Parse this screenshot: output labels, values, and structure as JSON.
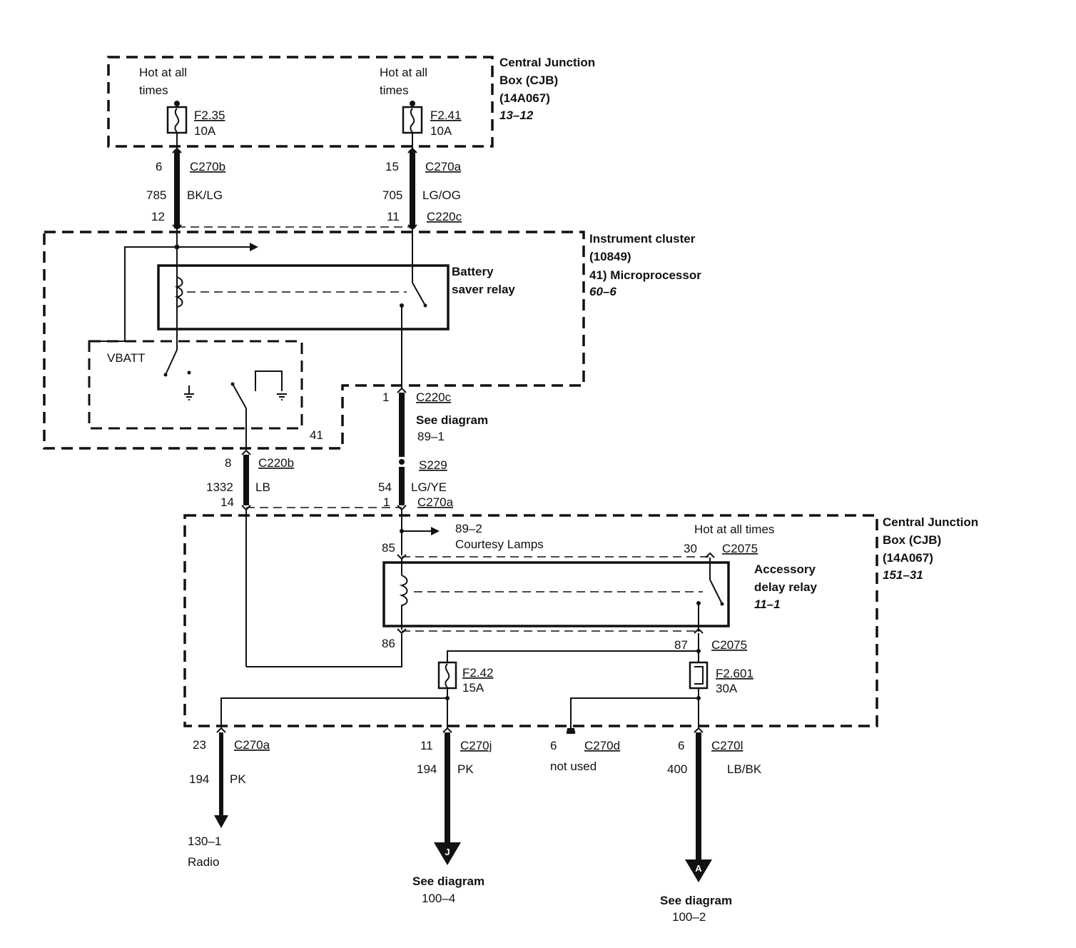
{
  "cjb_top": {
    "title": [
      "Central Junction",
      "Box (CJB)",
      "(14A067)"
    ],
    "ref": "13–12",
    "hot_left": [
      "Hot at all",
      "times"
    ],
    "hot_right": [
      "Hot at all",
      "times"
    ],
    "fuse_left": {
      "id": "F2.35",
      "rating": "10A"
    },
    "fuse_right": {
      "id": "F2.41",
      "rating": "10A"
    }
  },
  "wire_left_top": {
    "pin": "6",
    "connector": "C270b",
    "circuit": "785",
    "color": "BK/LG",
    "pin2": "12"
  },
  "wire_right_top": {
    "pin": "15",
    "connector": "C270a",
    "circuit": "705",
    "color": "LG/OG",
    "pin2": "11",
    "connector2": "C220c"
  },
  "cluster": {
    "title": [
      "Instrument cluster",
      "(10849)",
      "41) Microprocessor"
    ],
    "ref": "60–6",
    "relay_label": [
      "Battery",
      "saver relay"
    ],
    "vbatt": "VBATT",
    "micro_num": "41"
  },
  "mid_right": {
    "pin": "1",
    "connector": "C220c",
    "see": "See diagram",
    "see_ref": "89–1",
    "splice": "S229",
    "circuit": "54",
    "color": "LG/YE",
    "pin2": "1",
    "connector2": "C270a"
  },
  "mid_left": {
    "pin": "8",
    "connector": "C220b",
    "circuit": "1332",
    "color": "LB",
    "pin2": "14"
  },
  "cjb_bottom": {
    "title": [
      "Central Junction",
      "Box (CJB)",
      "(14A067)"
    ],
    "ref": "151–31",
    "hot": "Hot at all times",
    "courtesy_ref": "89–2",
    "courtesy": "Courtesy Lamps",
    "pin85": "85",
    "pin86": "86",
    "pin30": "30",
    "pin87": "87",
    "conn_30": "C2075",
    "conn_87": "C2075",
    "relay_label": [
      "Accessory",
      "delay relay"
    ],
    "relay_ref": "11–1",
    "fuse_a": {
      "id": "F2.42",
      "rating": "15A"
    },
    "fuse_b": {
      "id": "F2.601",
      "rating": "30A"
    }
  },
  "outputs": [
    {
      "pin": "23",
      "connector": "C270a",
      "circuit": "194",
      "color": "PK",
      "dest_ref": "130–1",
      "dest": "Radio"
    },
    {
      "pin": "11",
      "connector": "C270j",
      "circuit": "194",
      "color": "PK",
      "tag": "J",
      "see": "See diagram",
      "see_ref": "100–4"
    },
    {
      "pin": "6",
      "connector": "C270d",
      "note": "not used"
    },
    {
      "pin": "6",
      "connector": "C270l",
      "circuit": "400",
      "color": "LB/BK",
      "tag": "A",
      "see": "See diagram",
      "see_ref": "100–2"
    }
  ]
}
